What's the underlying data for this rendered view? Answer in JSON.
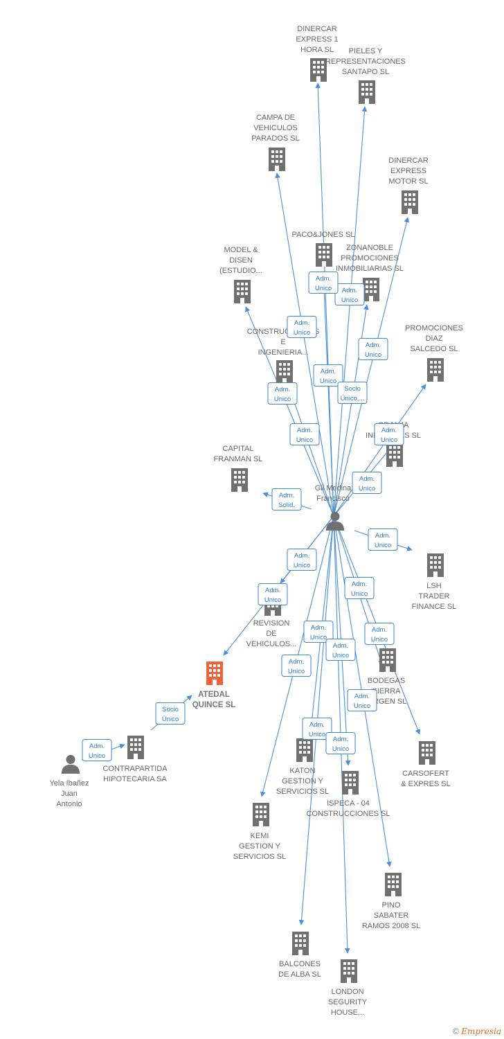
{
  "footer": {
    "copyright": "©",
    "brand": "Empresia"
  },
  "colors": {
    "edge": "#4a8fdc",
    "node": "#707070",
    "main_node": "#f0623a",
    "role_text": "#2a7ad0"
  },
  "nodes": [
    {
      "id": "dinercar-express-1",
      "type": "company",
      "label": [
        "DINERCAR",
        "EXPRESS 1",
        "HORA SL"
      ]
    },
    {
      "id": "pieles",
      "type": "company",
      "label": [
        "PIELES Y",
        "REPRESENTACIONES",
        "SANTAPO  SL"
      ]
    },
    {
      "id": "campa",
      "type": "company",
      "label": [
        "CAMPA DE",
        "VEHICULOS",
        "PARADOS SL"
      ]
    },
    {
      "id": "dinercar-motor",
      "type": "company",
      "label": [
        "DINERCAR",
        "EXPRESS",
        "MOTOR SL"
      ]
    },
    {
      "id": "pacojones",
      "type": "company",
      "label": [
        "PACO&JONES SL"
      ]
    },
    {
      "id": "zonanoble",
      "type": "company",
      "label": [
        "ZONANOBLE",
        "PROMOCIONES",
        "INMOBILIARIAS SL"
      ]
    },
    {
      "id": "model-disen",
      "type": "company",
      "label": [
        "MODEL &",
        "DISEN",
        "(ESTUDIO..."
      ]
    },
    {
      "id": "construcciones",
      "type": "company",
      "label": [
        "CONSTRUCCIONES",
        "E",
        "INGENIERIA..."
      ]
    },
    {
      "id": "promociones-diaz",
      "type": "company",
      "label": [
        "PROMOCIONES",
        "DIAZ",
        "SALCEDO SL"
      ]
    },
    {
      "id": "gran-inmob",
      "type": "company",
      "label": [
        "GRANJA",
        "INMUEBLES SL"
      ]
    },
    {
      "id": "capital-franman",
      "type": "company",
      "label": [
        "CAPITAL",
        "FRANMAN SL"
      ]
    },
    {
      "id": "gil-medina",
      "type": "person",
      "label": [
        "Gil Medina",
        "Francisco"
      ]
    },
    {
      "id": "lsh",
      "type": "company",
      "label": [
        "LSH",
        "TRADER",
        "FINANCE SL"
      ]
    },
    {
      "id": "revision",
      "type": "company",
      "label": [
        "REVISION",
        "DE",
        "VEHICULOS..."
      ]
    },
    {
      "id": "atedal",
      "type": "main",
      "label": [
        "ATEDAL",
        "QUINCE SL"
      ]
    },
    {
      "id": "bodegas",
      "type": "company",
      "label": [
        "BODEGAS",
        "SIERRA",
        "VIRGEN SL"
      ]
    },
    {
      "id": "contrapartida",
      "type": "company",
      "label": [
        "CONTRAPARTIDA",
        "HIPOTECARIA SA"
      ]
    },
    {
      "id": "yela",
      "type": "person",
      "label": [
        "Yela Ibañez",
        "Juan",
        "Antonio"
      ]
    },
    {
      "id": "katon",
      "type": "company",
      "label": [
        "KATON",
        "GESTION Y",
        "SERVICIOS SL"
      ]
    },
    {
      "id": "carsofert",
      "type": "company",
      "label": [
        "CARSOFERT",
        "& EXPRES SL"
      ]
    },
    {
      "id": "ispeca",
      "type": "company",
      "label": [
        "ISPECA -  04",
        "CONSTRUCCIONES SL"
      ]
    },
    {
      "id": "kemi",
      "type": "company",
      "label": [
        "KEMI",
        "GESTION Y",
        "SERVICIOS SL"
      ]
    },
    {
      "id": "pino",
      "type": "company",
      "label": [
        "PINO",
        "SABATER",
        "RAMOS 2008 SL"
      ]
    },
    {
      "id": "balcones",
      "type": "company",
      "label": [
        "BALCONES",
        "DE ALBA SL"
      ]
    },
    {
      "id": "london",
      "type": "company",
      "label": [
        "LONDON",
        "SEGURITY",
        "HOUSE..."
      ]
    }
  ],
  "edges": [
    {
      "to": "dinercar-express-1",
      "role": [
        "Adm.",
        "Unico"
      ]
    },
    {
      "to": "pieles",
      "role": [
        "Adm.",
        "Unico"
      ]
    },
    {
      "to": "campa",
      "role": [
        "Adm.",
        "Unico"
      ]
    },
    {
      "to": "dinercar-motor",
      "role": [
        "Adm.",
        "Unico"
      ]
    },
    {
      "to": "pacojones",
      "role": [
        "Adm.",
        "Unico"
      ]
    },
    {
      "to": "zonanoble",
      "role": [
        "Socio",
        "Único,..."
      ]
    },
    {
      "to": "model-disen",
      "role": [
        "Adm.",
        "Unico"
      ]
    },
    {
      "to": "construcciones",
      "role": [
        "Adm.",
        "Unico"
      ]
    },
    {
      "to": "promociones-diaz",
      "role": [
        "Adm.",
        "Unico"
      ]
    },
    {
      "to": "gran-inmob",
      "role": [
        "Adm.",
        "Unico"
      ]
    },
    {
      "to": "capital-franman",
      "role": [
        "Adm.",
        "Solid."
      ]
    },
    {
      "to": "lsh",
      "role": [
        "Adm.",
        "Unico"
      ]
    },
    {
      "to": "revision",
      "role": [
        "Adm.",
        "Unico"
      ]
    },
    {
      "to": "atedal",
      "role": [
        "Adm.",
        "Unico"
      ]
    },
    {
      "to": "bodegas",
      "role": [
        "Adm.",
        "Unico"
      ]
    },
    {
      "to": "carsofert",
      "role": [
        "Adm.",
        "Unico"
      ]
    },
    {
      "to": "katon",
      "role": [
        "Adm.",
        "Unico"
      ]
    },
    {
      "to": "ispeca",
      "role": [
        "Adm.",
        "Unico"
      ]
    },
    {
      "to": "kemi",
      "role": [
        "Adm.",
        "Unico"
      ]
    },
    {
      "to": "pino",
      "role": [
        "Adm.",
        "Unico"
      ]
    },
    {
      "to": "balcones",
      "role": [
        "Adm.",
        "Unico"
      ]
    },
    {
      "to": "london",
      "role": [
        "Adm.",
        "Unico"
      ]
    },
    {
      "to": "atedal-from-contrapartida",
      "role": [
        "Socio",
        "Único"
      ]
    },
    {
      "to": "contrapartida-from-yela",
      "role": [
        "Adm.",
        "Unico"
      ]
    }
  ]
}
